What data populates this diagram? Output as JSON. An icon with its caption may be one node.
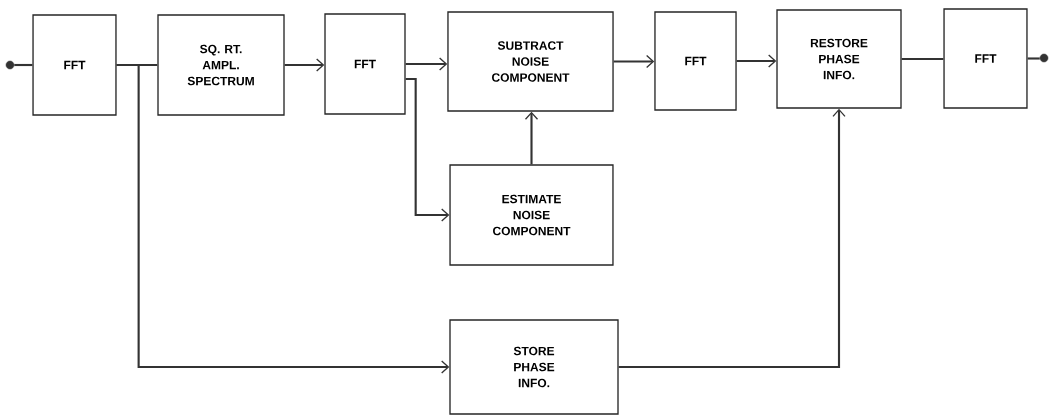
{
  "diagram": {
    "nodes": [
      {
        "text": [
          "FFT"
        ]
      },
      {
        "text": [
          "SQ. RT. AMPL. SPECTRUM"
        ]
      },
      {
        "text": [
          "FFT"
        ]
      },
      {
        "text": [
          "SUBTRACT NOISE COMPONENT"
        ]
      },
      {
        "text": [
          "FFT"
        ]
      },
      {
        "text": [
          "RESTORE PHASE INFO."
        ]
      },
      {
        "text": [
          "FFT"
        ]
      },
      {
        "text": [
          "ESTIMATE NOISE COMPONENT"
        ]
      },
      {
        "text": [
          "STORE PHASE INFO."
        ]
      },
      {
        "text": [],
        "shape": "circle"
      },
      {
        "text": [],
        "shape": "circle"
      }
    ],
    "edges": [
      {
        "from": 9,
        "to": 0,
        "arrow": "none"
      },
      {
        "from": 0,
        "to": 1,
        "arrow": "none"
      },
      {
        "from": 1,
        "to": 2,
        "arrow": "to"
      },
      {
        "from": 2,
        "to": 3,
        "arrow": "to"
      },
      {
        "from": 2,
        "to": 7,
        "arrow": "to"
      },
      {
        "from": 7,
        "to": 3,
        "arrow": "to"
      },
      {
        "from": 3,
        "to": 4,
        "arrow": "to"
      },
      {
        "from": 4,
        "to": 5,
        "arrow": "to"
      },
      {
        "from": 5,
        "to": 6,
        "arrow": "none"
      },
      {
        "from": 6,
        "to": 10,
        "arrow": "none"
      },
      {
        "from": 0,
        "to": 8,
        "arrow": "to"
      },
      {
        "from": 8,
        "to": 5,
        "arrow": "to"
      }
    ]
  }
}
